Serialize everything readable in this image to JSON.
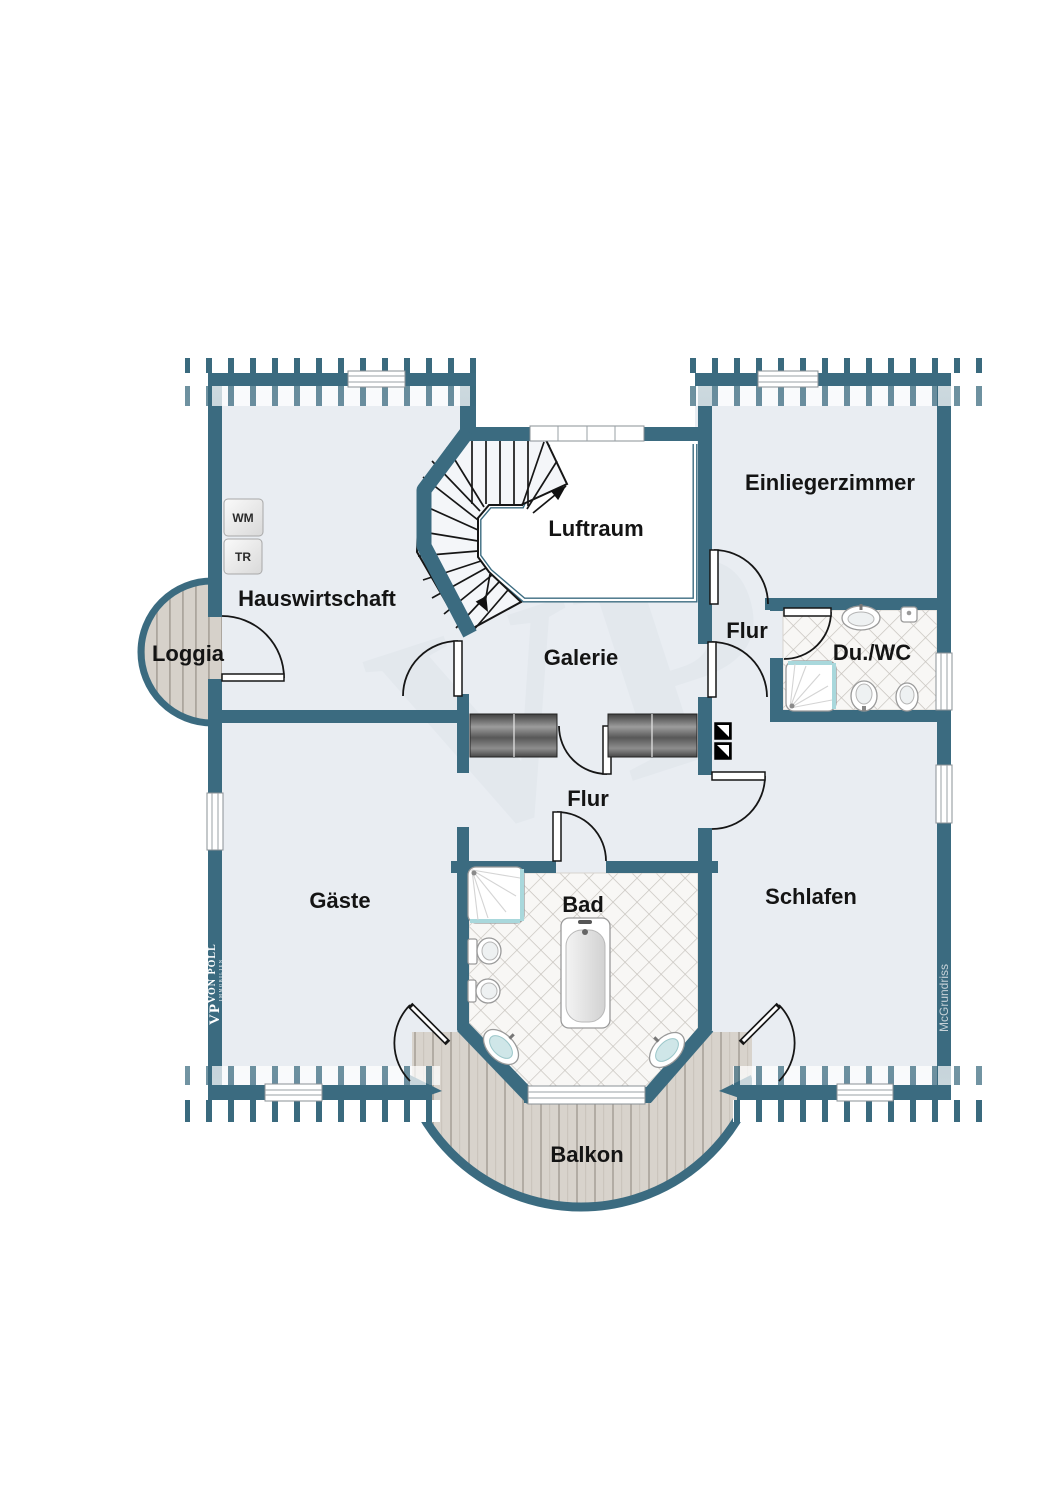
{
  "floorplan": {
    "rooms": [
      {
        "id": "hauswirtschaft",
        "label": "Hauswirtschaft"
      },
      {
        "id": "loggia",
        "label": "Loggia"
      },
      {
        "id": "luftraum",
        "label": "Luftraum"
      },
      {
        "id": "einliegerzimmer",
        "label": "Einliegerzimmer"
      },
      {
        "id": "flur-oben",
        "label": "Flur"
      },
      {
        "id": "du-wc",
        "label": "Du./WC"
      },
      {
        "id": "galerie",
        "label": "Galerie"
      },
      {
        "id": "flur-unten",
        "label": "Flur"
      },
      {
        "id": "gaeste",
        "label": "Gäste"
      },
      {
        "id": "bad",
        "label": "Bad"
      },
      {
        "id": "schlafen",
        "label": "Schlafen"
      },
      {
        "id": "balkon",
        "label": "Balkon"
      }
    ],
    "appliances": {
      "washing_machine": "WM",
      "dryer": "TR"
    },
    "branding": {
      "agency_logo": "VP",
      "agency_name": "VON POLL",
      "agency_sub": "IMMOBILIEN",
      "credit": "McGrundriss"
    },
    "colors": {
      "wall": "#3b6b80",
      "floor": "#e9edf2",
      "stripe": "#3a6a7e",
      "wood": "#d8d3cc",
      "wood-line": "#b2aca4",
      "tile-line": "#c9c5c0",
      "label": "#141414",
      "fixture-accent": "#a9d8dc"
    }
  }
}
